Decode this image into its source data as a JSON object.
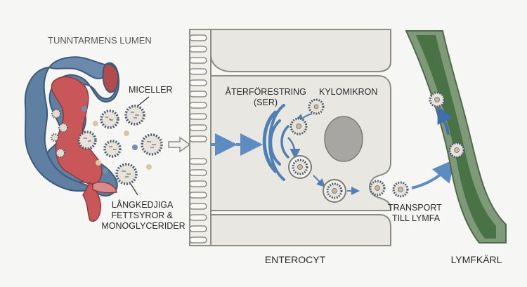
{
  "labels": {
    "lumen": "TUNNTARMENS LUMEN",
    "miceller": "MICELLER",
    "fatty_line1": "LÅNGKEDJIGA",
    "fatty_line2": "FETTSYROR &",
    "fatty_line3": "MONOGLYCERIDER",
    "reester_line1": "ÅTERFÖRESTRING",
    "reester_line2": "(SER)",
    "chylomicron": "KYLOMIKRON",
    "transport_line1": "TRANSPORT",
    "transport_line2": "TILL LYMFA",
    "enterocyte": "ENTEROCYT",
    "lymph_vessel": "LYMFKÄRL"
  },
  "colors": {
    "background": "#f6f6f4",
    "intestine_outer": "#5f7fa3",
    "intestine_inner": "#c9575a",
    "cell": "#e9e7e1",
    "cell_border": "#8d8b85",
    "nucleus": "#a8a6a2",
    "er": "#4f7fb5",
    "arrow": "#5d8bc2",
    "lymph_wall": "#7f9a78",
    "lymph_inner": "#4a7345",
    "micelle_ring": "#4a5a6e",
    "particle_light": "#d8c7a6",
    "particle_blue": "#6f8fb0"
  }
}
